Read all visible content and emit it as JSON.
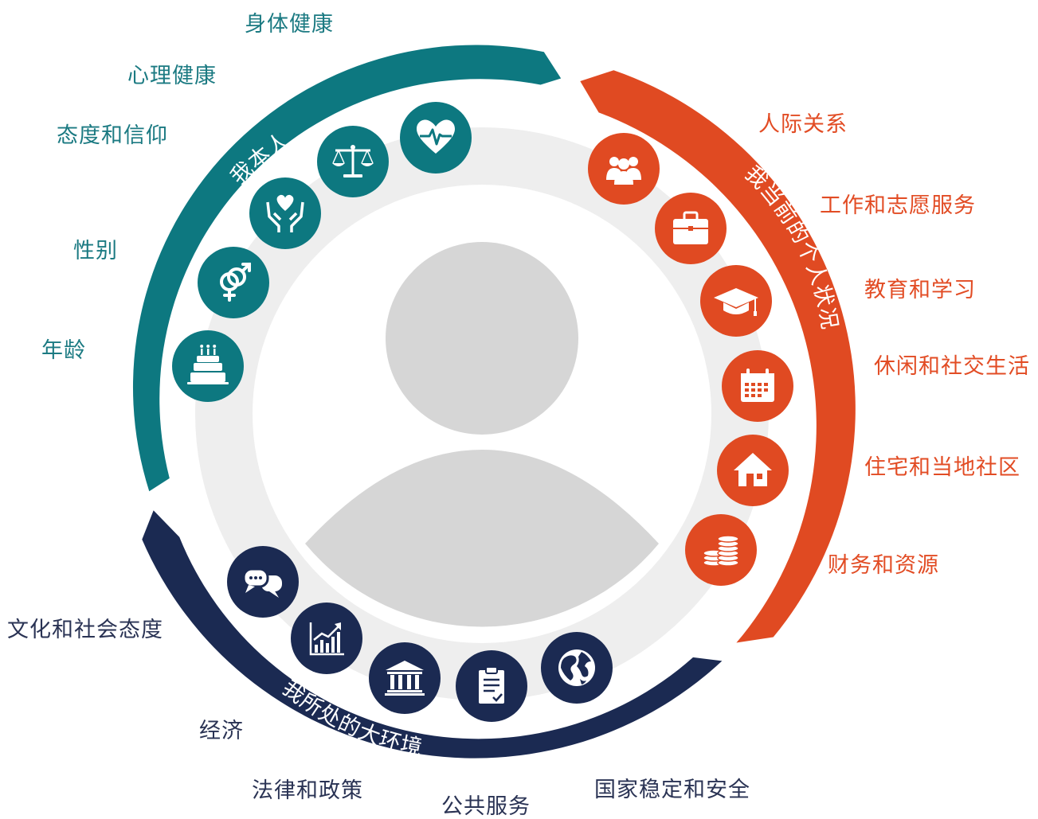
{
  "colors": {
    "teal": "#0d7880",
    "orange": "#e04a22",
    "navy": "#1b2a52",
    "ring": "#eeeeee",
    "avatar": "#d6d6d6"
  },
  "arcs": {
    "self": "我本人",
    "circumstances": "我当前的个人状况",
    "environment": "我所处的大环境"
  },
  "labels": {
    "physical_health": "身体健康",
    "mental_health": "心理健康",
    "attitudes_beliefs": "态度和信仰",
    "gender": "性别",
    "age": "年龄",
    "relationships": "人际关系",
    "work_volunteering": "工作和志愿服务",
    "education_learning": "教育和学习",
    "leisure_social": "休闲和社交生活",
    "housing_community": "住宅和当地社区",
    "finances_resources": "财务和资源",
    "culture_attitudes": "文化和社会态度",
    "economy": "经济",
    "law_policy": "法律和政策",
    "public_services": "公共服务",
    "stability_security": "国家稳定和安全"
  },
  "icons": {
    "self": [
      "birthday-cake-icon",
      "gender-symbol-icon",
      "heart-in-hands-icon",
      "balance-scale-icon",
      "heartbeat-icon"
    ],
    "circumstances": [
      "people-group-icon",
      "briefcase-icon",
      "graduation-cap-icon",
      "calendar-icon",
      "house-icon",
      "coin-stack-icon"
    ],
    "environment": [
      "speech-bubbles-icon",
      "rising-chart-icon",
      "government-building-icon",
      "clipboard-checklist-icon",
      "globe-icon"
    ]
  }
}
